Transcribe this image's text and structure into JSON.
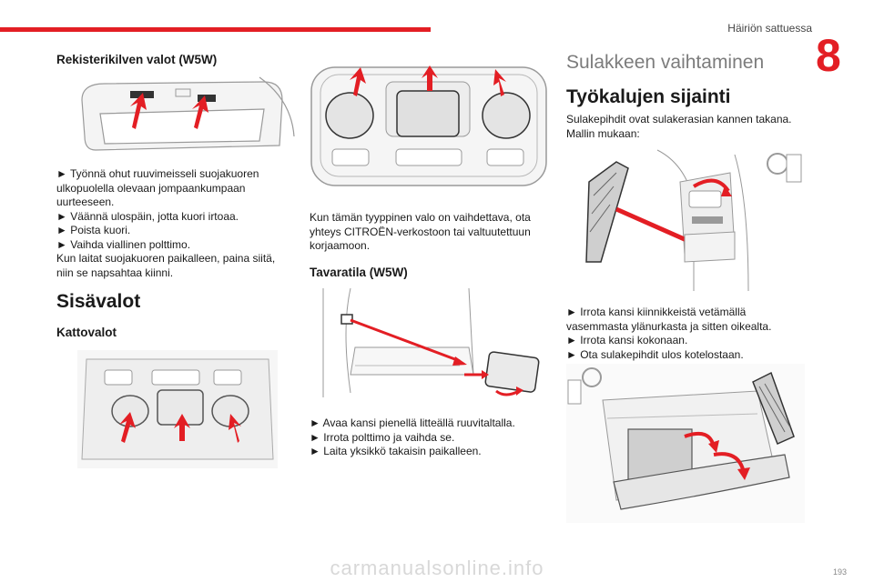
{
  "header": {
    "section_title": "Häiriön sattuessa",
    "chapter_number": "8"
  },
  "col1": {
    "heading1": "Rekisterikilven valot (W5W)",
    "steps1": [
      "► Työnnä ohut ruuvimeisseli suojakuoren",
      "ulkopuolella olevaan jompaankumpaan",
      "uurteeseen.",
      "► Väännä ulospäin, jotta kuori irtoaa.",
      "► Poista kuori.",
      "► Vaihda viallinen polttimo.",
      "Kun laitat suojakuoren paikalleen, paina siitä,",
      "niin se napsahtaa kiinni."
    ],
    "heading2": "Sisävalot",
    "heading3": "Kattovalot"
  },
  "col2": {
    "note": [
      "Kun tämän tyyppinen valo on vaihdettava, ota",
      "yhteys CITROËN-verkostoon tai valtuutettuun",
      "korjaamoon."
    ],
    "heading": "Tavaratila (W5W)",
    "steps": [
      "► Avaa kansi pienellä litteällä ruuvitaltalla.",
      "► Irrota polttimo ja vaihda se.",
      "► Laita yksikkö takaisin paikalleen."
    ]
  },
  "col3": {
    "heading1": "Sulakkeen vaihtaminen",
    "heading2": "Työkalujen sijainti",
    "intro": [
      "Sulakepihdit ovat sulakerasian kannen takana.",
      "Mallin mukaan:"
    ],
    "steps": [
      "► Irrota kansi kiinnikkeistä vetämällä",
      "vasemmasta ylänurkasta ja sitten oikealta.",
      "► Irrota kansi kokonaan.",
      "► Ota sulakepihdit ulos kotelostaan."
    ]
  },
  "page_number": "193",
  "footer": "carmanualsonline.info",
  "colors": {
    "accent": "#e31e24",
    "heading_light": "#7c7c7c",
    "line_art": "#9a9a9a"
  }
}
